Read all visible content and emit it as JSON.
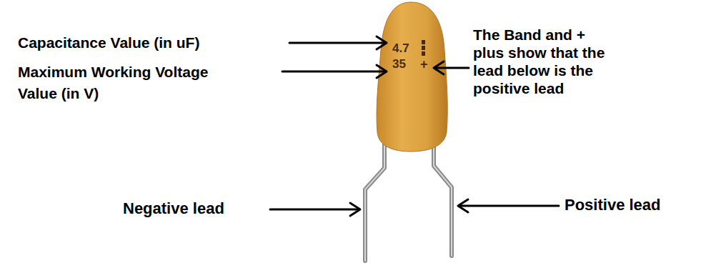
{
  "diagram": {
    "labels": [
      "Capacitance Value (in uF)",
      "4.7",
      "The Band and + plus show that the lead below is the positive lead",
      "Maximum Working Voltage Value (in V)",
      "35",
      "+",
      "Negative lead",
      "Positive lead"
    ]
  }
}
